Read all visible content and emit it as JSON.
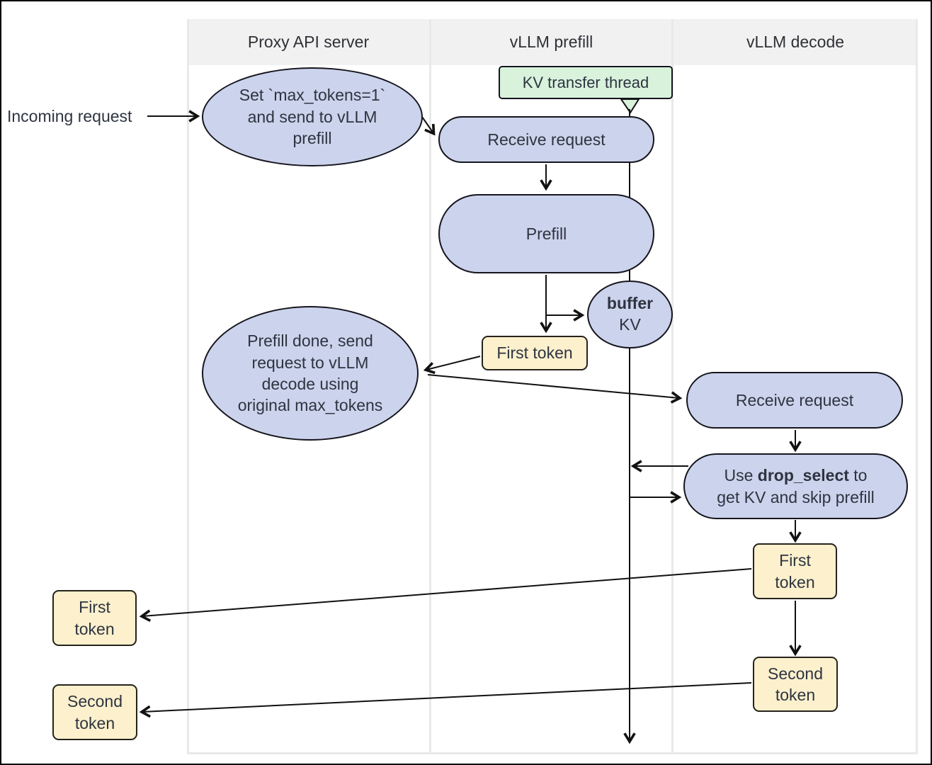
{
  "lanes": {
    "proxy": "Proxy API server",
    "prefill": "vLLM prefill",
    "decode": "vLLM decode"
  },
  "labels": {
    "incoming": "Incoming request",
    "kv_thread": "KV transfer thread"
  },
  "nodes": {
    "set_max_tokens": {
      "l1": "Set `max_tokens=1`",
      "l2": "and send to vLLM",
      "l3": "prefill"
    },
    "receive_prefill": {
      "label": "Receive request"
    },
    "prefill": {
      "label": "Prefill"
    },
    "buffer_kv": {
      "bold": "buffer",
      "rest": "KV"
    },
    "first_token_prefill": {
      "label": "First token"
    },
    "prefill_done": {
      "l1": "Prefill done, send",
      "l2": "request to vLLM",
      "l3": "decode using",
      "l4": "original max_tokens"
    },
    "receive_decode": {
      "label": "Receive request"
    },
    "drop_select": {
      "pre": "Use ",
      "bold": "drop_select",
      "post": " to",
      "l2": "get KV and skip prefill"
    },
    "first_token_decode": {
      "l1": "First",
      "l2": "token"
    },
    "second_token_decode": {
      "l1": "Second",
      "l2": "token"
    },
    "first_token_out": {
      "l1": "First",
      "l2": "token"
    },
    "second_token_out": {
      "l1": "Second",
      "l2": "token"
    }
  },
  "colors": {
    "node_fill_lavender": "#ccd3ec",
    "node_fill_green": "#d8f2dc",
    "node_fill_cream": "#fcf0cd",
    "node_border": "#15151e",
    "lane_header_bg": "#f1f1f2",
    "lane_line": "#e9e9e9",
    "text": "#2e3440"
  }
}
